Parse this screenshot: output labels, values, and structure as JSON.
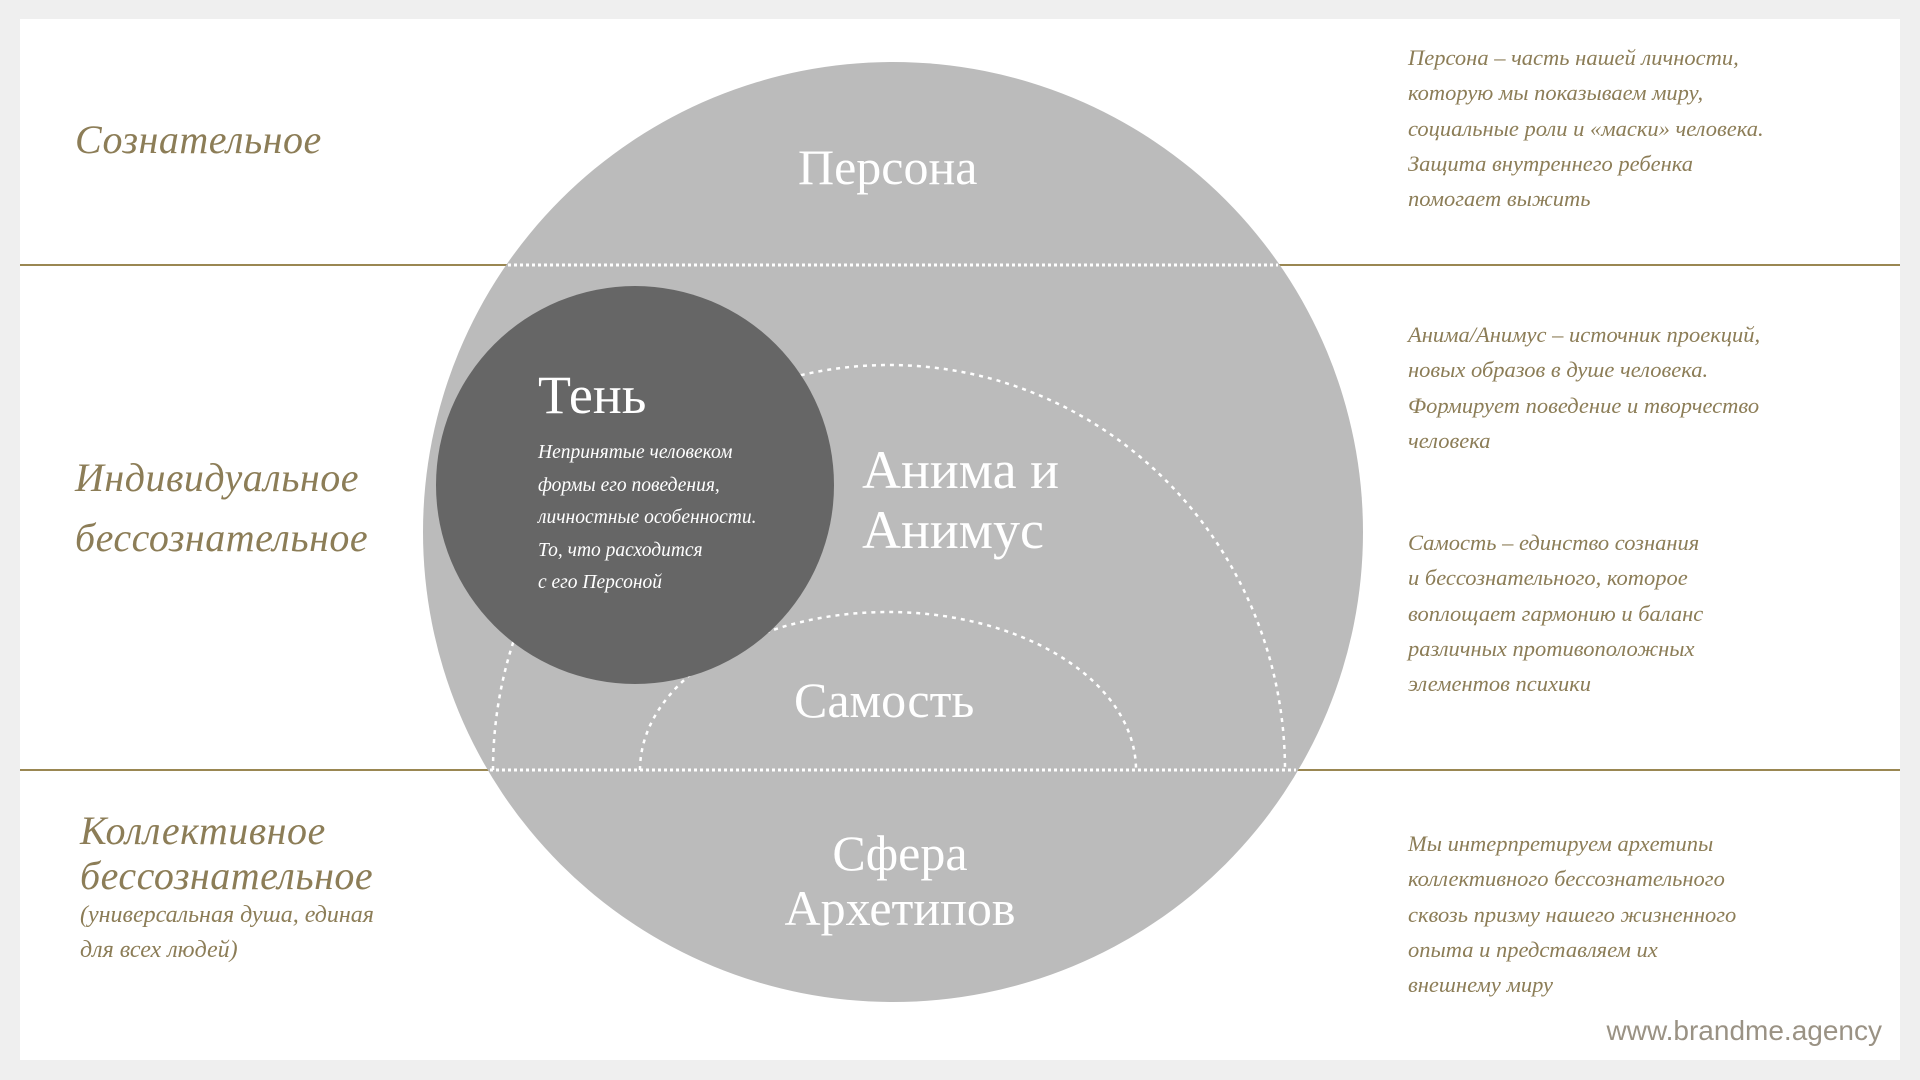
{
  "colors": {
    "page_background": "#efefef",
    "card_background": "#ffffff",
    "accent_gold": "#8c7d57",
    "divider_line": "#9a8752",
    "outer_circle": "#bbbbbb",
    "shadow_circle": "#666666",
    "circle_text": "#ffffff",
    "website_text": "#9a9284"
  },
  "levels": [
    {
      "id": "conscious",
      "lines": [
        "Сознательное"
      ]
    },
    {
      "id": "individual",
      "lines": [
        "Индивидуальное",
        "бессознательное"
      ]
    },
    {
      "id": "collective",
      "lines": [
        "Коллективное",
        "бессознательное"
      ],
      "subtitle": [
        "(универсальная душа, единая",
        "для всех людей)"
      ]
    }
  ],
  "diagram": {
    "persona": "Персона",
    "anima": [
      "Анима и",
      "Анимус"
    ],
    "self": "Самость",
    "archetypes": [
      "Сфера",
      "Архетипов"
    ],
    "shadow": {
      "title": "Тень",
      "text": [
        "Непринятые человеком",
        "формы его поведения,",
        "личностные особенности.",
        "То, что расходится",
        "с его Персоной"
      ]
    }
  },
  "descriptions": {
    "persona": [
      "Персона – часть нашей личности,",
      "которую мы показываем миру,",
      "социальные роли и «маски» человека.",
      "Защита внутреннего ребенка",
      "помогает выжить"
    ],
    "anima": [
      "Анима/Анимус – источник проекций,",
      "новых образов в душе человека.",
      "Формирует поведение и творчество",
      "человека"
    ],
    "self": [
      "Самость – единство сознания",
      "и бессознательного, которое",
      "воплощает гармонию и баланс",
      "различных противоположных",
      "элементов психики"
    ],
    "archetypes": [
      "Мы интерпретируем архетипы",
      "коллективного бессознательного",
      "сквозь призму нашего жизненного",
      "опыта и представляем их",
      "внешнему миру"
    ]
  },
  "footer": {
    "website": "www.brandme.agency"
  }
}
